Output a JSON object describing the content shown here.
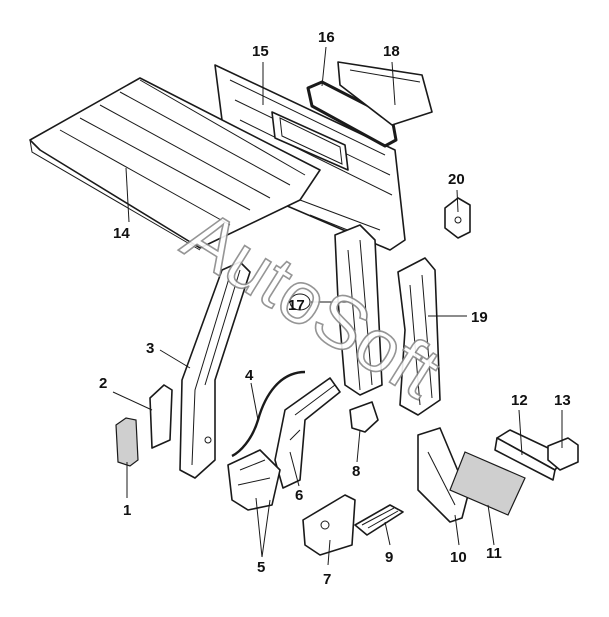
{
  "watermark": "AutoSoft",
  "callouts": {
    "c1": "1",
    "c2": "2",
    "c3": "3",
    "c4": "4",
    "c5": "5",
    "c6": "6",
    "c7": "7",
    "c8": "8",
    "c9": "9",
    "c10": "10",
    "c11": "11",
    "c12": "12",
    "c13": "13",
    "c14": "14",
    "c15": "15",
    "c16": "16",
    "c17": "17",
    "c18": "18",
    "c19": "19",
    "c20": "20"
  }
}
